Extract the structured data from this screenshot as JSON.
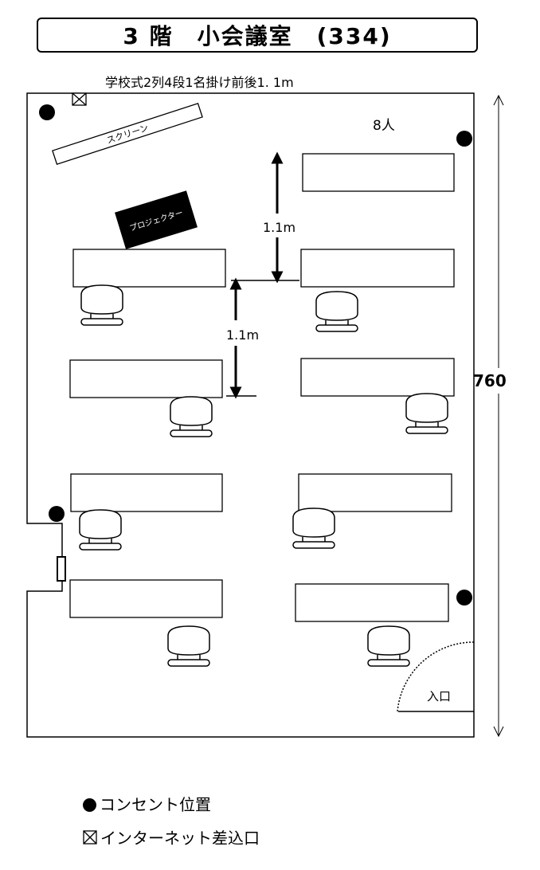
{
  "header": {
    "title": "3 階　小会議室　(334)"
  },
  "layout_note": "学校式2列4段1名掛け前後1. 1m",
  "room": {
    "capacity": "8人",
    "screen_label": "スクリーン",
    "projector_label": "プロジェクター",
    "spacing_upper": "1.1m",
    "spacing_lower": "1.1m",
    "dimension": "760",
    "entrance_label": "入口"
  },
  "legend": {
    "outlet": "コンセント位置",
    "internet": "インターネット差込口"
  }
}
